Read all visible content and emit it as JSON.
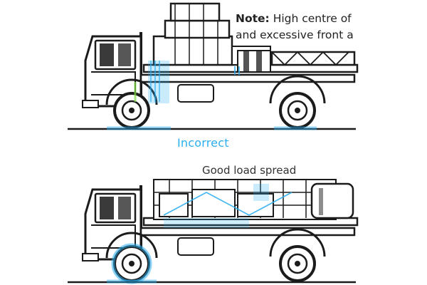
{
  "figure": {
    "note_bold": "Note:",
    "note_rest": "High centre of",
    "note_line2": "and excessive front a",
    "incorrect_label": "Incorrect",
    "correct_label": "Good load spread"
  },
  "colors": {
    "outline": "#1b1b1b",
    "accent": "#2aaef0",
    "cab_window": "#3a3a3a",
    "ground": "#2aaef0"
  },
  "icons": [
    "truck-top-drawing",
    "truck-bottom-drawing"
  ]
}
